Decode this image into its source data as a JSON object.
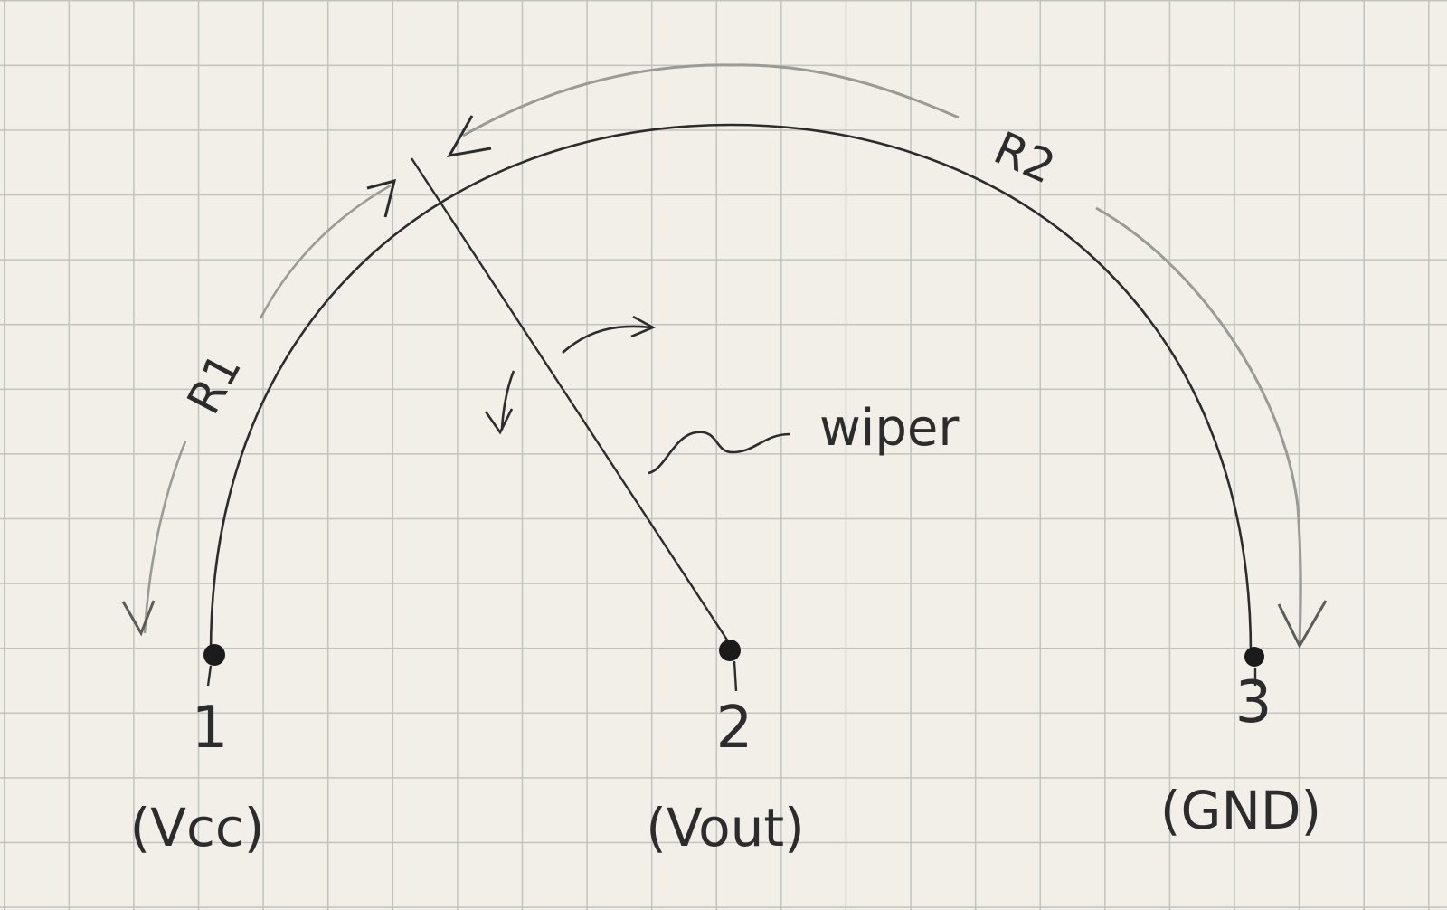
{
  "resistor_labels": {
    "r1": "R1",
    "r2": "R2"
  },
  "wiper_label": "wiper",
  "pins": [
    {
      "number": "1",
      "name": "(Vcc)"
    },
    {
      "number": "2",
      "name": "(Vout)"
    },
    {
      "number": "3",
      "name": "(GND)"
    }
  ],
  "colors": {
    "paper": "#f1efe8",
    "grid": "#c2c3bf",
    "pencil_dark": "#2c2c2c",
    "pencil_light": "#9a9a96"
  }
}
